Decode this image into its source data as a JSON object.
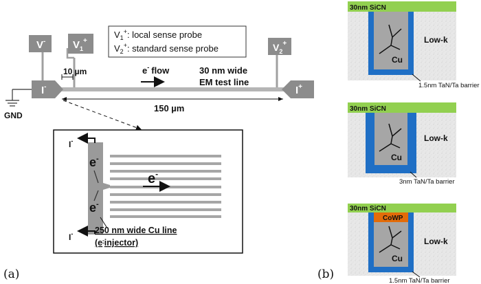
{
  "panel_a": {
    "label": "(a)",
    "legend": {
      "v1_desc": ": local sense probe",
      "v2_desc": ": standard sense probe"
    },
    "pads": {
      "v_minus": "V",
      "v1": "V",
      "v2": "V",
      "i_minus": "I",
      "i_plus": "I",
      "minus": "-",
      "plus": "+",
      "sub1": "1",
      "sub2": "2"
    },
    "gnd": "GND",
    "dim_10": "10 µm",
    "dim_150": "150 µm",
    "flow_e": "e",
    "flow_sup": "-",
    "flow_word": "flow",
    "line_text_1": "30 nm wide",
    "line_text_2": "EM test line",
    "inset": {
      "i_top": "I",
      "i_bottom": "I",
      "e_top": "e",
      "e_bottom": "e",
      "e_center": "e",
      "sup": "-",
      "caption_1": "250 nm wide Cu line",
      "caption_2_prefix": "(e",
      "caption_2_sup": "-",
      "caption_2_suffix": "injector)"
    }
  },
  "panel_b": {
    "label": "(b)",
    "cells": [
      {
        "cap": "30nm SiCN",
        "metal": "Cu",
        "dielectric": "Low-k",
        "barrier": "1.5nm TaN/Ta barrier",
        "cowp": ""
      },
      {
        "cap": "30nm SiCN",
        "metal": "Cu",
        "dielectric": "Low-k",
        "barrier": "3nm TaN/Ta barrier",
        "cowp": ""
      },
      {
        "cap": "30nm SiCN",
        "metal": "Cu",
        "dielectric": "Low-k",
        "barrier": "1.5nm TaN/Ta barrier",
        "cowp": "CoWP"
      }
    ],
    "colors": {
      "sicn": "#92d050",
      "barrier": "#1f6fc5",
      "cu": "#a6a6a6",
      "lowk": "#e6e6e6",
      "cowp": "#e36c09"
    }
  }
}
